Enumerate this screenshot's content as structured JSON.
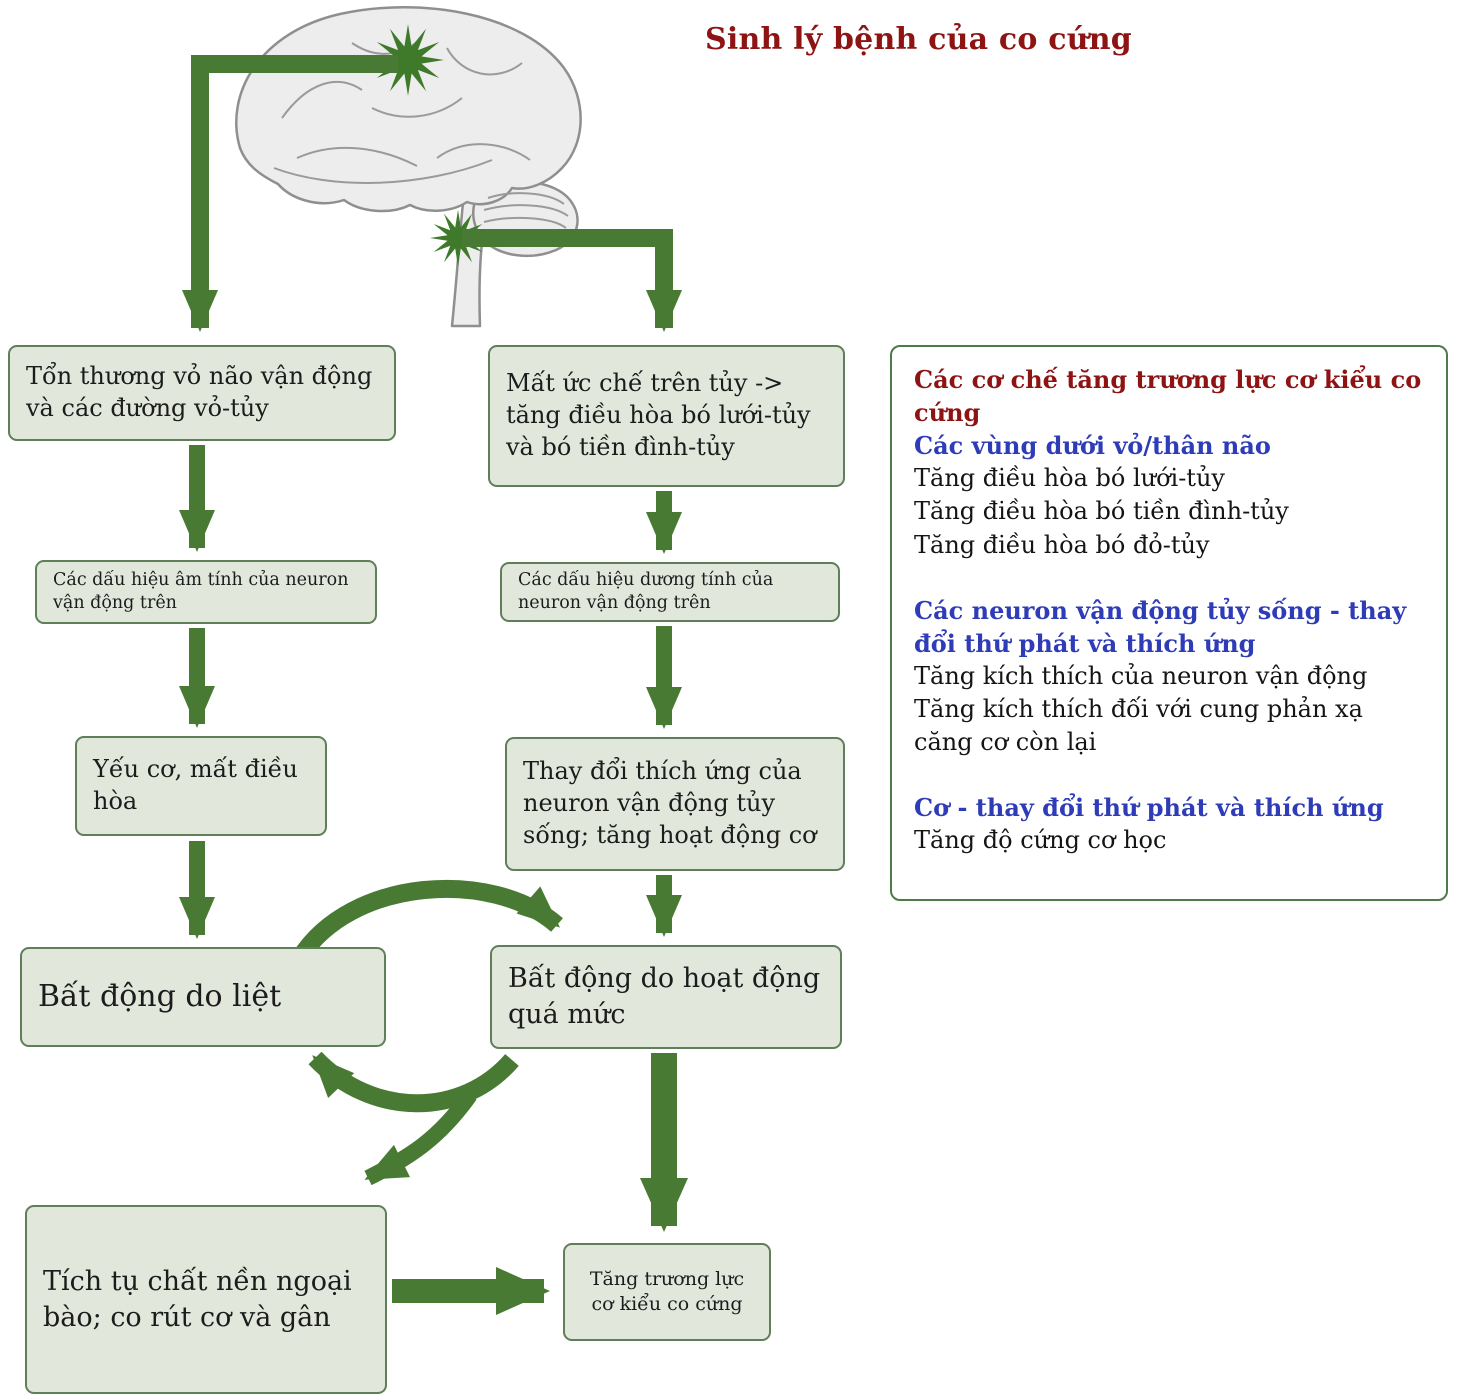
{
  "title": "Sinh lý bệnh của co cứng",
  "icons": {
    "cortical_lesion": "star-burst-icon",
    "brainstem_lesion": "star-burst-icon"
  },
  "flow": {
    "left": [
      "Tổn thương vỏ não vận động và các đường vỏ-tủy",
      "Các dấu hiệu âm tính của neuron vận động trên",
      "Yếu cơ, mất điều hòa",
      "Bất động do liệt",
      "Tích tụ chất nền ngoại bào; co rút cơ và gân"
    ],
    "middle": [
      "Mất ức chế trên tủy -> tăng điều hòa bó lưới-tủy và bó tiền đình-tủy",
      "Các dấu hiệu dương tính của neuron vận động trên",
      "Thay đổi thích ứng của neuron vận động tủy sống; tăng hoạt động cơ",
      "Bất động do hoạt động quá mức",
      "Tăng trương lực cơ kiểu co cứng"
    ]
  },
  "panel": {
    "heading": "Các cơ chế tăng trương lực cơ kiểu co cứng",
    "sections": [
      {
        "title": "Các vùng dưới vỏ/thân não",
        "items": [
          "Tăng điều hòa bó lưới-tủy",
          "Tăng điều hòa bó tiền đình-tủy",
          "Tăng điều hòa bó đỏ-tủy"
        ]
      },
      {
        "title": "Các neuron vận động tủy sống - thay đổi thứ phát và thích ứng",
        "items": [
          "Tăng kích thích của neuron vận động",
          "Tăng kích thích đối với cung phản xạ căng cơ còn lại"
        ]
      },
      {
        "title": "Cơ - thay đổi thứ phát và thích ứng",
        "items": [
          "Tăng độ cứng cơ học"
        ]
      }
    ]
  },
  "colors": {
    "arrow_green": "#497a33",
    "box_fill": "#e2e7dc",
    "box_border": "#5f7f58",
    "title_red": "#8e1414",
    "section_blue": "#2f3cb8"
  }
}
